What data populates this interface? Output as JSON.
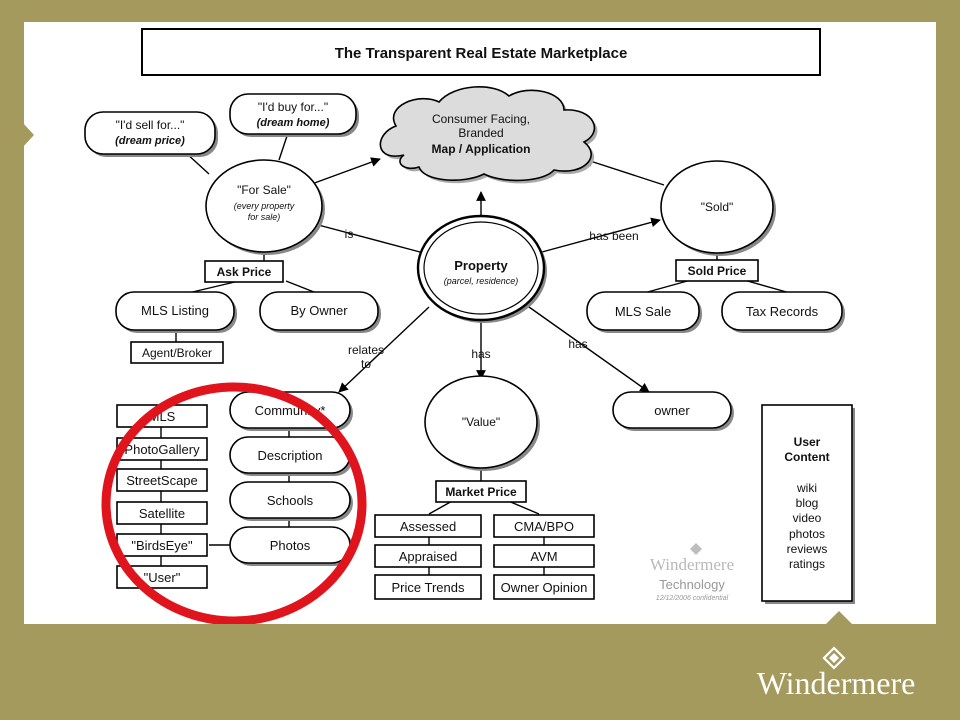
{
  "title": "The Transparent Real Estate Marketplace",
  "nodes": {
    "cloud": [
      "Consumer Facing,",
      "Branded",
      "Map / Application"
    ],
    "sell_bubble": [
      "\"I'd sell for...\"",
      "(dream price)"
    ],
    "buy_bubble": [
      "\"I'd buy for...\"",
      "(dream home)"
    ],
    "for_sale": [
      "\"For Sale\"",
      "(every property",
      "for sale)"
    ],
    "sold": "\"Sold\"",
    "property": [
      "Property",
      "(parcel, residence)"
    ],
    "ask_price": "Ask Price",
    "sold_price": "Sold Price",
    "mls_listing": "MLS Listing",
    "by_owner": "By Owner",
    "agent_broker": "Agent/Broker",
    "mls_sale": "MLS Sale",
    "tax_records": "Tax Records",
    "value": "\"Value\"",
    "market_price": "Market Price",
    "owner": "owner",
    "left_list": [
      "MLS",
      "PhotoGallery",
      "StreetScape",
      "Satellite",
      "\"BirdsEye\"",
      "\"User\""
    ],
    "middle_list": [
      "Community*",
      "Description",
      "Schools",
      "Photos"
    ],
    "value_left": [
      "Assessed",
      "Appraised",
      "Price Trends"
    ],
    "value_right": [
      "CMA/BPO",
      "AVM",
      "Owner Opinion"
    ],
    "user_content_title": [
      "User",
      "Content"
    ],
    "user_content_items": [
      "wiki",
      "blog",
      "video",
      "photos",
      "reviews",
      "ratings"
    ]
  },
  "edge_labels": {
    "is": "is",
    "has_been": "has been",
    "relates_to": [
      "relates",
      "to"
    ],
    "has_value": "has",
    "has_owner": "has"
  },
  "watermark": {
    "brand": "Windermere",
    "sub": "Technology",
    "note": "12/12/2006 confidential"
  },
  "footer_logo": "Windermere",
  "colors": {
    "background": "#a49a5e",
    "highlight_circle": "#e0141c"
  }
}
